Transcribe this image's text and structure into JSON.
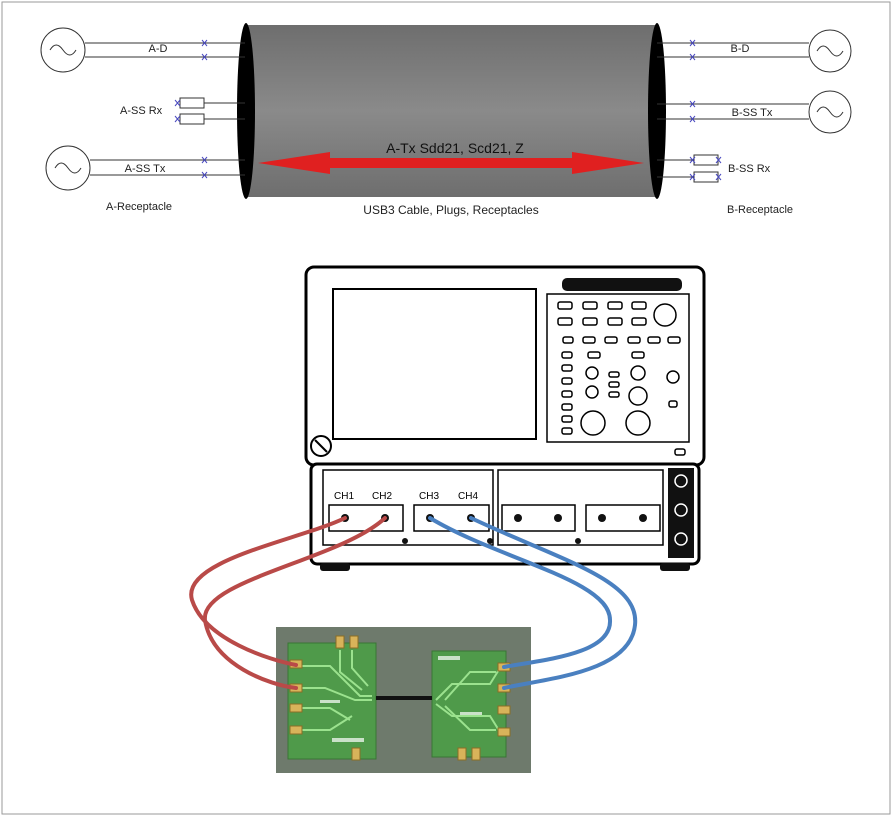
{
  "cable_diagram": {
    "left_labels": {
      "a_d": "A-D",
      "a_ss_rx": "A-SS Rx",
      "a_ss_tx": "A-SS Tx",
      "receptacle": "A-Receptacle"
    },
    "right_labels": {
      "b_d": "B-D",
      "b_ss_tx": "B-SS Tx",
      "b_ss_rx": "B-SS Rx",
      "receptacle": "B-Receptacle"
    },
    "arrow_label": "A-Tx Sdd21, Scd21, Z",
    "cable_caption": "USB3 Cable, Plugs, Receptacles"
  },
  "instrument": {
    "channels": [
      "CH1",
      "CH2",
      "CH3",
      "CH4"
    ]
  },
  "colors": {
    "cable_body": "#7b7b7b",
    "arrow": "#e02020",
    "red_cable": "#b94a48",
    "blue_cable": "#4a80c0",
    "pcb_bg": "#6e7a6c",
    "pcb_board": "#4f9a4a"
  }
}
